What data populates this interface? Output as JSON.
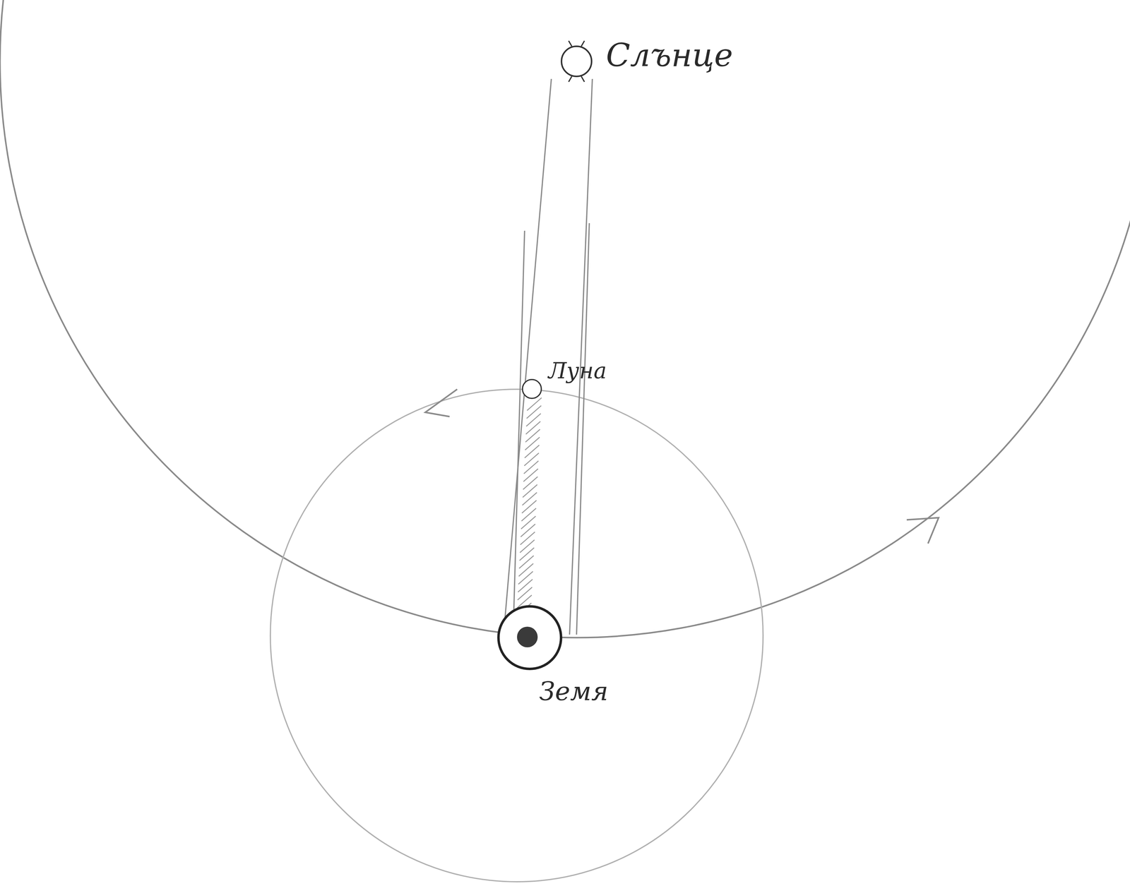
{
  "diagram": {
    "nodes": [
      {
        "text": [
          "Слънце"
        ]
      },
      {
        "text": [
          "Луна"
        ]
      },
      {
        "text": [
          "Земя"
        ]
      }
    ]
  }
}
